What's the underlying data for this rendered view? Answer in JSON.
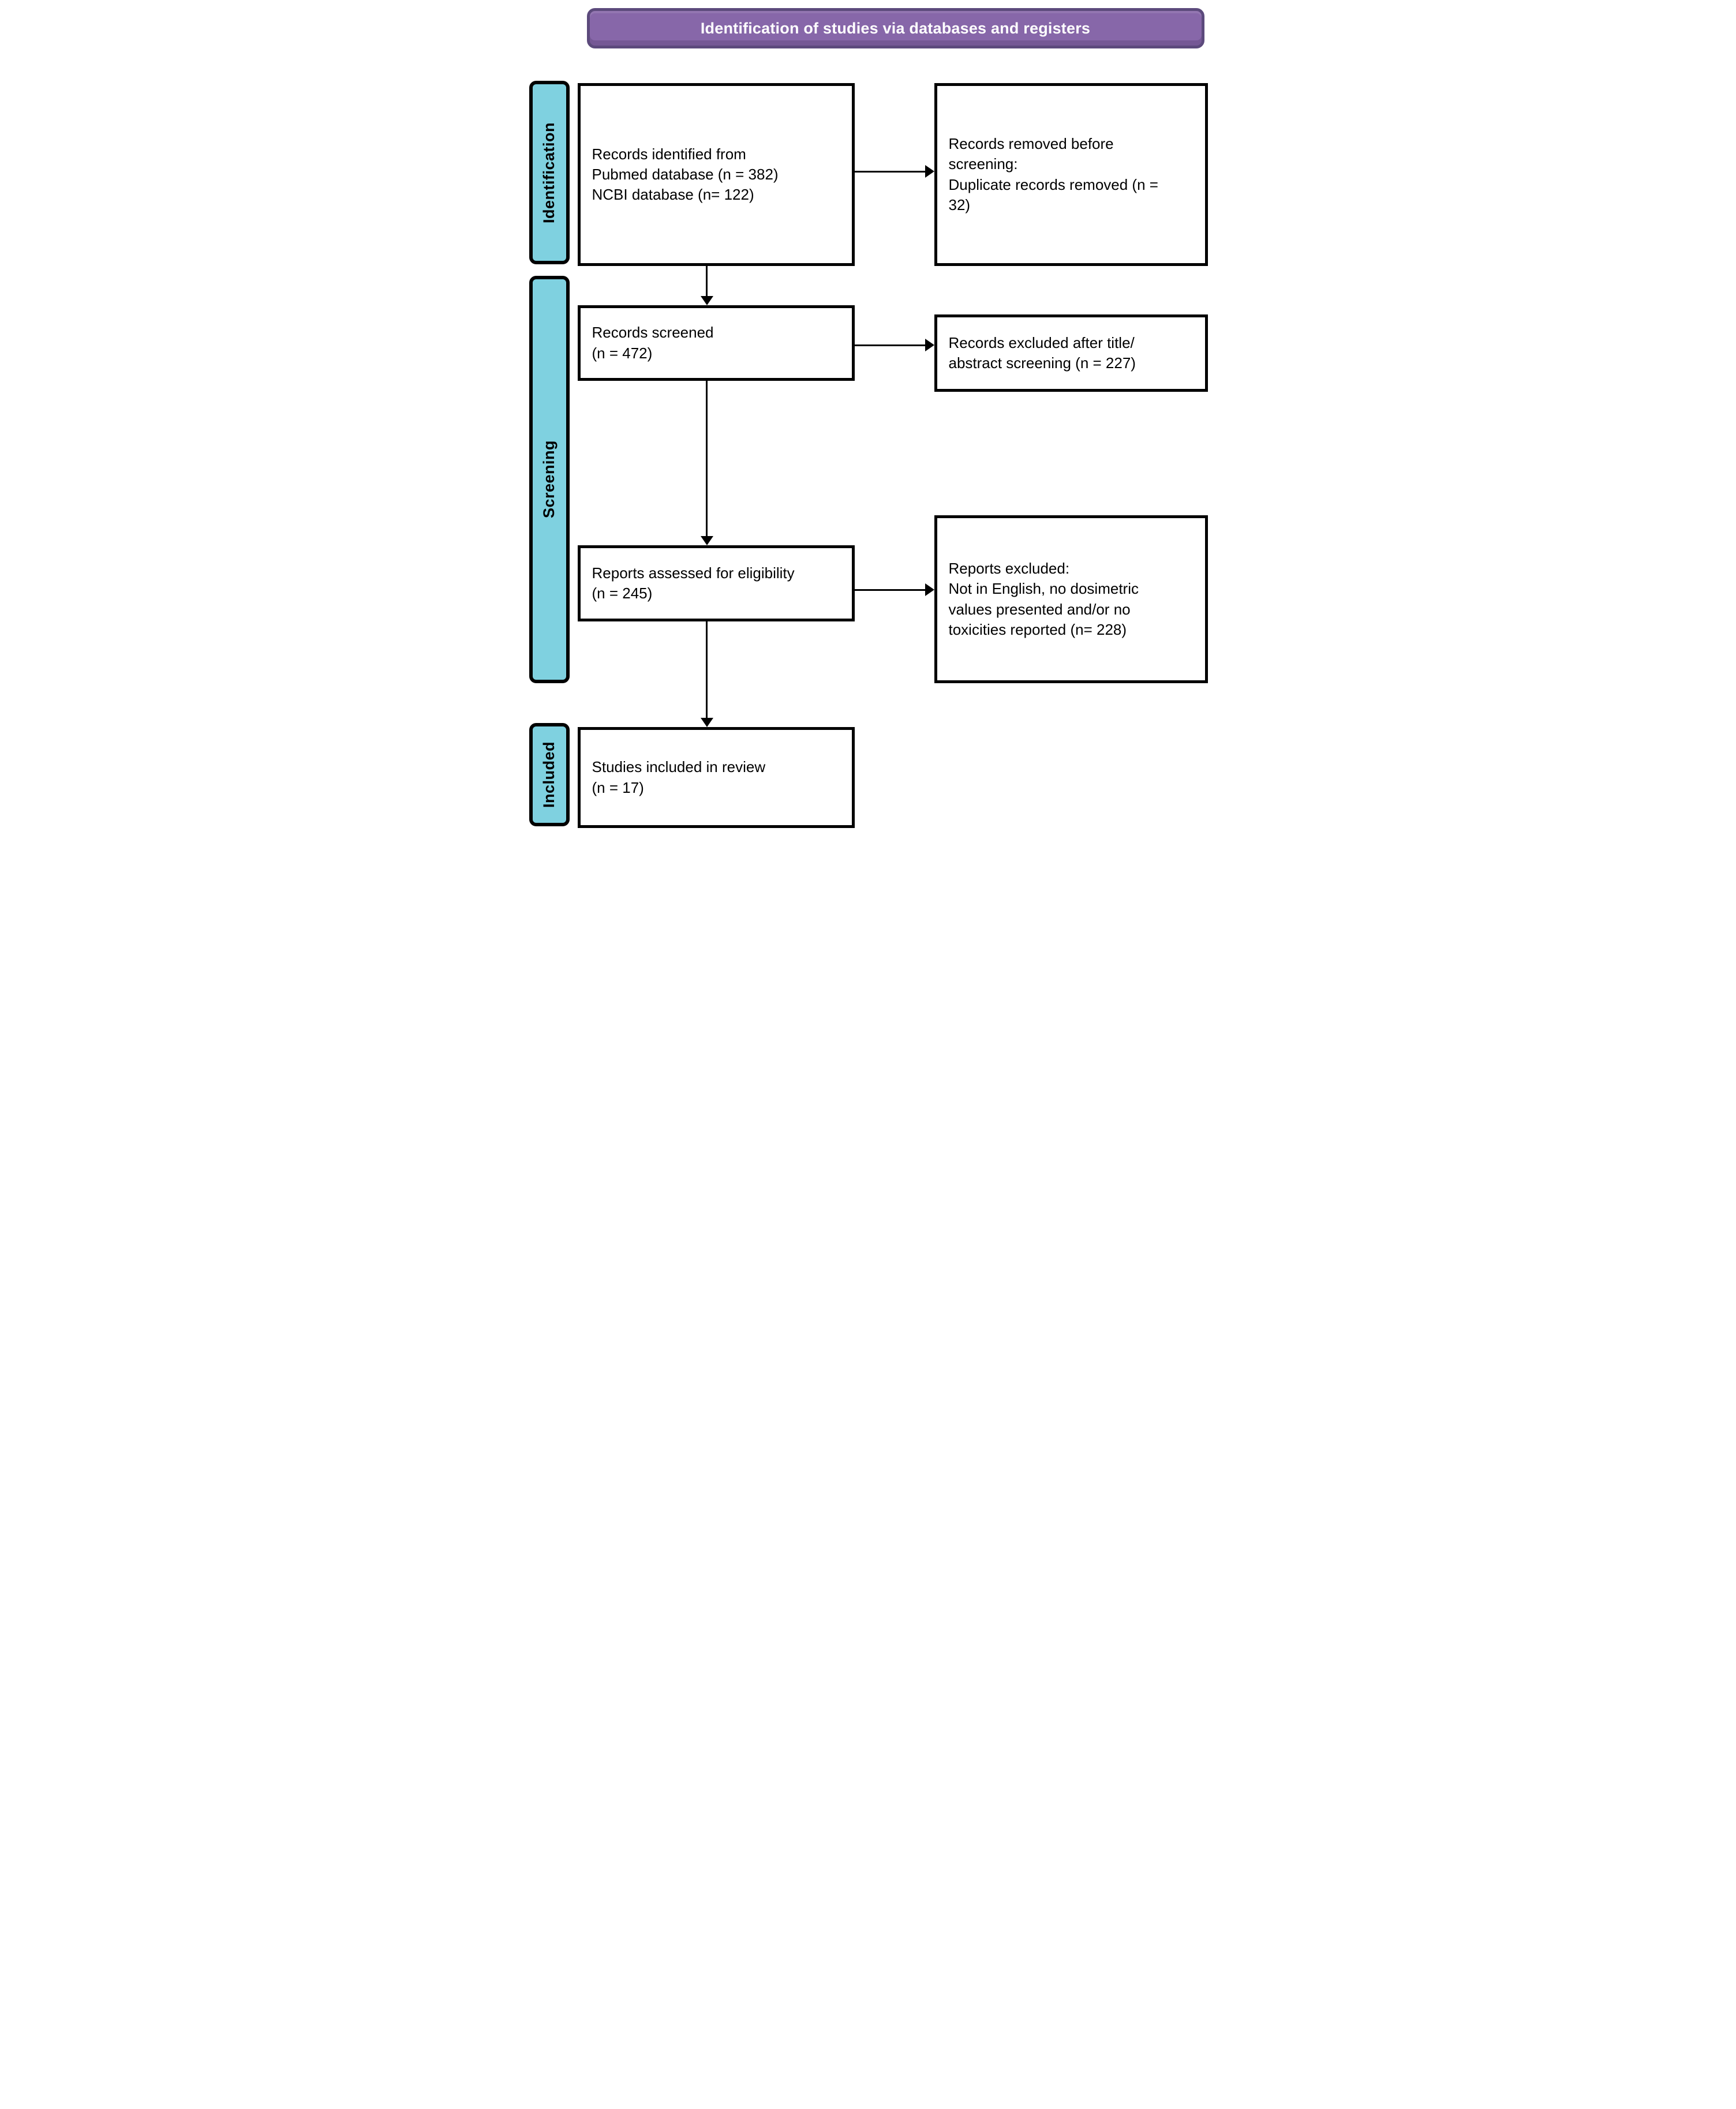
{
  "header": {
    "title": "Identification of studies via databases and registers"
  },
  "sidebar": {
    "stages": [
      {
        "label": "Identification"
      },
      {
        "label": "Screening"
      },
      {
        "label": "Included"
      }
    ]
  },
  "flow": {
    "boxes": [
      {
        "id": "records-identified",
        "text": "Records identified from\nPubmed database (n = 382)\nNCBI database (n= 122)"
      },
      {
        "id": "records-removed",
        "text": "Records removed before\nscreening:\nDuplicate records removed (n =\n32)"
      },
      {
        "id": "records-screened",
        "text": "Records screened\n(n = 472)"
      },
      {
        "id": "records-excluded",
        "text": "Records excluded after title/\nabstract screening (n = 227)"
      },
      {
        "id": "reports-assessed",
        "text": "Reports assessed for eligibility\n(n = 245)"
      },
      {
        "id": "reports-excluded",
        "text": "Reports excluded:\nNot in English, no dosimetric\nvalues presented and/or no\ntoxicities reported (n= 228)"
      },
      {
        "id": "studies-included",
        "text": "Studies included in review\n(n = 17)"
      }
    ]
  },
  "colors": {
    "header_fill": "#8767A9",
    "header_border": "#5C4A7C",
    "stage_fill": "#7FD1E0",
    "line_color": "#000000",
    "box_bg": "#FFFFFF"
  }
}
